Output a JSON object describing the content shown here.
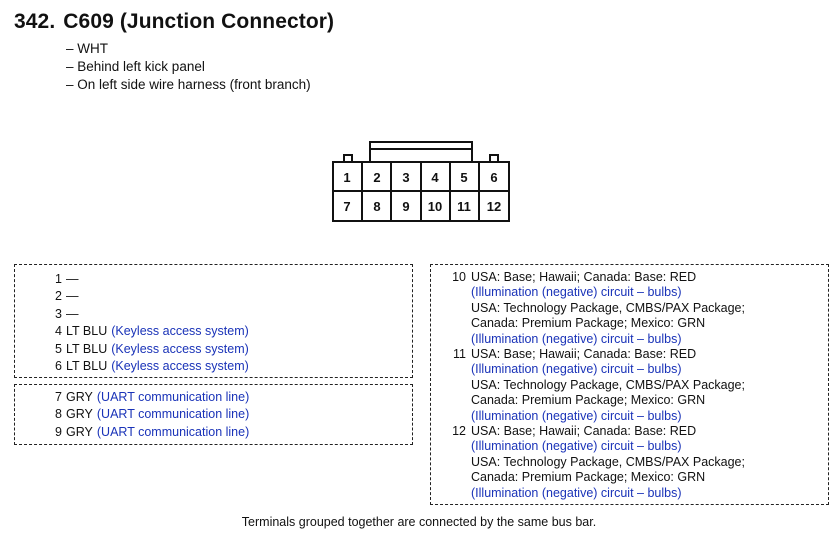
{
  "header": {
    "number": "342.",
    "title": "C609 (Junction Connector)",
    "notes": [
      "– WHT",
      "– Behind left kick panel",
      "– On left side wire harness (front branch)"
    ]
  },
  "connector": {
    "row1": [
      "1",
      "2",
      "3",
      "4",
      "5",
      "6"
    ],
    "row2": [
      "7",
      "8",
      "9",
      "10",
      "11",
      "12"
    ]
  },
  "left_groups": [
    {
      "pins": [
        {
          "num": "1",
          "color": "—",
          "desc": ""
        },
        {
          "num": "2",
          "color": "—",
          "desc": ""
        },
        {
          "num": "3",
          "color": "—",
          "desc": ""
        },
        {
          "num": "4",
          "color": "LT BLU",
          "desc": "(Keyless access system)"
        },
        {
          "num": "5",
          "color": "LT BLU",
          "desc": "(Keyless access system)"
        },
        {
          "num": "6",
          "color": "LT BLU",
          "desc": "(Keyless access system)"
        }
      ]
    },
    {
      "pins": [
        {
          "num": "7",
          "color": "GRY",
          "desc": "(UART communication line)"
        },
        {
          "num": "8",
          "color": "GRY",
          "desc": "(UART communication line)"
        },
        {
          "num": "9",
          "color": "GRY",
          "desc": "(UART communication line)"
        }
      ]
    }
  ],
  "right_group": {
    "pins": [
      {
        "num": "10",
        "lines": [
          {
            "text": "USA: Base; Hawaii; Canada: Base: RED",
            "blue": false
          },
          {
            "text": "(Illumination (negative) circuit – bulbs)",
            "blue": true
          },
          {
            "text": "USA: Technology Package, CMBS/PAX Package;",
            "blue": false
          },
          {
            "text": "Canada: Premium Package; Mexico: GRN",
            "blue": false
          },
          {
            "text": "(Illumination (negative) circuit – bulbs)",
            "blue": true
          }
        ]
      },
      {
        "num": "11",
        "lines": [
          {
            "text": "USA: Base; Hawaii; Canada: Base: RED",
            "blue": false
          },
          {
            "text": "(Illumination (negative) circuit – bulbs)",
            "blue": true
          },
          {
            "text": "USA: Technology Package, CMBS/PAX Package;",
            "blue": false
          },
          {
            "text": "Canada: Premium Package; Mexico: GRN",
            "blue": false
          },
          {
            "text": "(Illumination (negative) circuit – bulbs)",
            "blue": true
          }
        ]
      },
      {
        "num": "12",
        "lines": [
          {
            "text": "USA: Base; Hawaii; Canada: Base: RED",
            "blue": false
          },
          {
            "text": "(Illumination (negative) circuit – bulbs)",
            "blue": true
          },
          {
            "text": "USA: Technology Package, CMBS/PAX Package;",
            "blue": false
          },
          {
            "text": "Canada: Premium Package; Mexico: GRN",
            "blue": false
          },
          {
            "text": "(Illumination (negative) circuit – bulbs)",
            "blue": true
          }
        ]
      }
    ]
  },
  "footer": "Terminals grouped together are connected by the same bus bar.",
  "colors": {
    "description": "#1a33b8",
    "text": "#111111"
  }
}
